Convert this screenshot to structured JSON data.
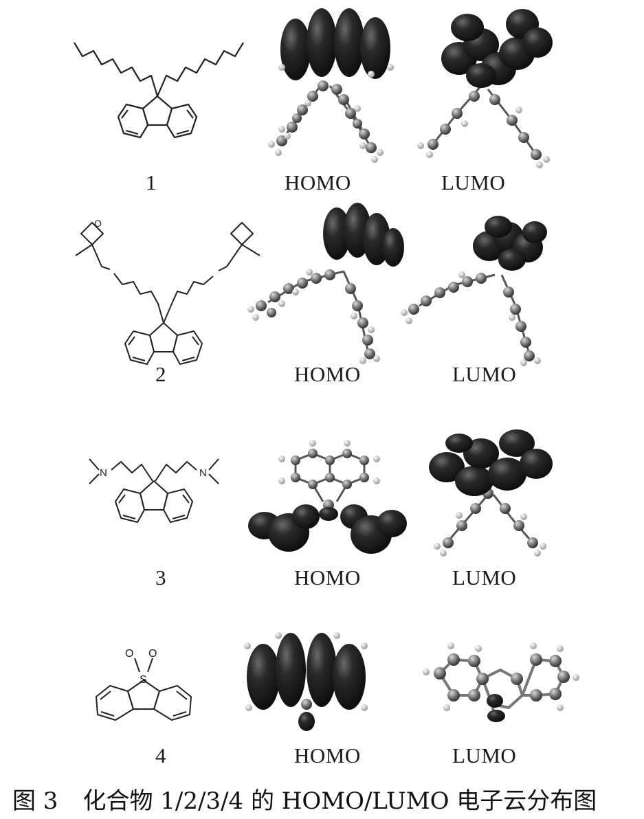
{
  "figure": {
    "rows": [
      {
        "compound": "1",
        "homo": "HOMO",
        "lumo": "LUMO"
      },
      {
        "compound": "2",
        "homo": "HOMO",
        "lumo": "LUMO"
      },
      {
        "compound": "3",
        "homo": "HOMO",
        "lumo": "LUMO"
      },
      {
        "compound": "4",
        "homo": "HOMO",
        "lumo": "LUMO"
      }
    ],
    "caption": {
      "number": "图 3",
      "text": "化合物 1/2/3/4 的 HOMO/LUMO 电子云分布图"
    },
    "structure_atoms": {
      "row2": "O",
      "row3": "N",
      "row4_s": "S",
      "row4_o": "O"
    },
    "colors": {
      "lobe": "#1c1c1c",
      "atom": "#6a6a6a",
      "line": "#222222"
    }
  }
}
